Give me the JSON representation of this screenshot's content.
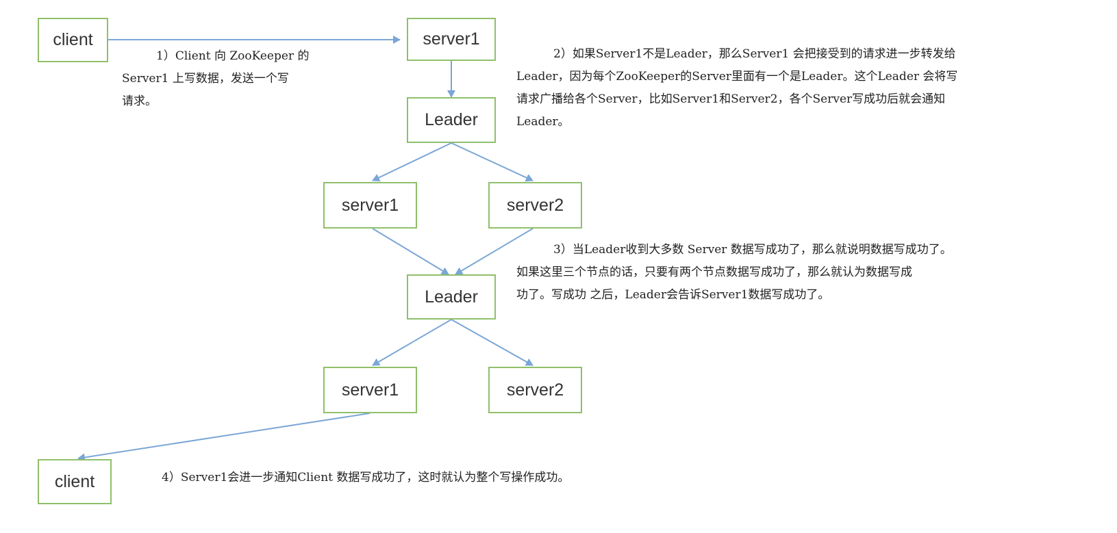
{
  "diagram": {
    "nodes": {
      "client_top": "client",
      "server1_top": "server1",
      "leader_1": "Leader",
      "server1_mid": "server1",
      "server2_mid": "server2",
      "leader_2": "Leader",
      "server1_bottom": "server1",
      "server2_bottom": "server2",
      "client_bottom": "client"
    },
    "notes": {
      "step1": [
        "1）Client 向 ZooKeeper 的",
        "Server1 上写数据，发送一个写",
        "请求。"
      ],
      "step2": [
        "2）如果Server1不是Leader，那么Server1 会把接受到的请求进一步转发给",
        "Leader，因为每个ZooKeeper的Server里面有一个是Leader。这个Leader 会将写",
        "请求广播给各个Server，比如Server1和Server2，各个Server写成功后就会通知",
        "Leader。"
      ],
      "step3": [
        "3）当Leader收到大多数 Server 数据写成功了，那么就说明数据写成功了。",
        "如果这里三个节点的话，只要有两个节点数据写成功了，那么就认为数据写成",
        "功了。写成功 之后，Leader会告诉Server1数据写成功了。"
      ],
      "step4": [
        "4）Server1会进一步通知Client 数据写成功了，这时就认为整个写操作成功。"
      ]
    },
    "colors": {
      "box_border": "#8fbf6a",
      "arrow": "#7aa6d6",
      "text": "#222222"
    }
  }
}
